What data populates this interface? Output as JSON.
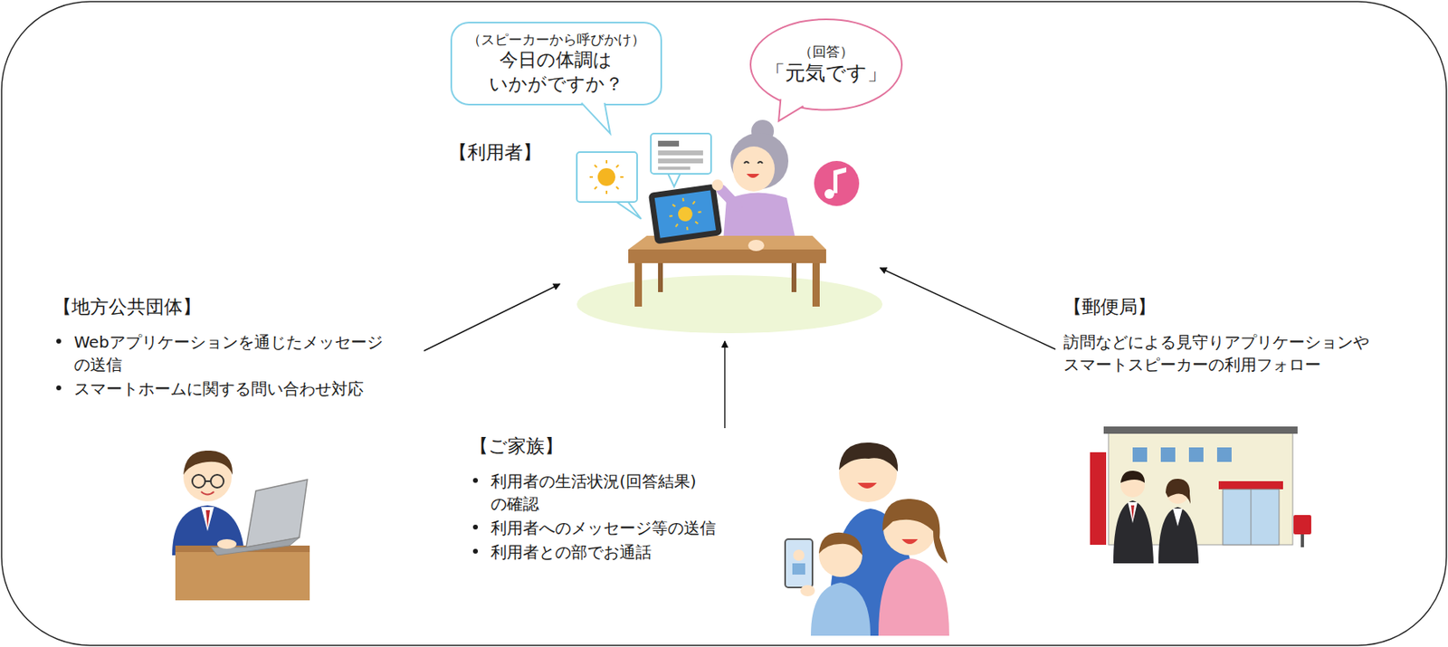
{
  "diagram": {
    "nodes": [
      {
        "text": [
          "（スピーカーから呼びかけ）",
          "今日の体調は いかがですか？"
        ]
      },
      {
        "text": [
          "（回答）",
          "「元気です」"
        ]
      },
      {
        "text": [
          "【利用者】"
        ]
      },
      {
        "text": [
          "【地方公共団体】",
          "Webアプリケーションを通じたメッセージ の送信",
          "スマートホームに関する問い合わせ対応"
        ]
      },
      {
        "text": [
          "【郵便局】",
          "訪問などによる見守りアプリケーションや スマートスピーカーの利用フォロー"
        ]
      },
      {
        "text": [
          "【ご家族】",
          "利用者の生活状況(回答結果) の確認",
          "利用者へのメッセージ等の送信",
          "利用者との部でお通話"
        ]
      }
    ],
    "edges": [
      {
        "from": 3,
        "to": 2,
        "arrow": "to"
      },
      {
        "from": 4,
        "to": 2,
        "arrow": "to"
      },
      {
        "from": 5,
        "to": 2,
        "arrow": "to"
      }
    ]
  }
}
